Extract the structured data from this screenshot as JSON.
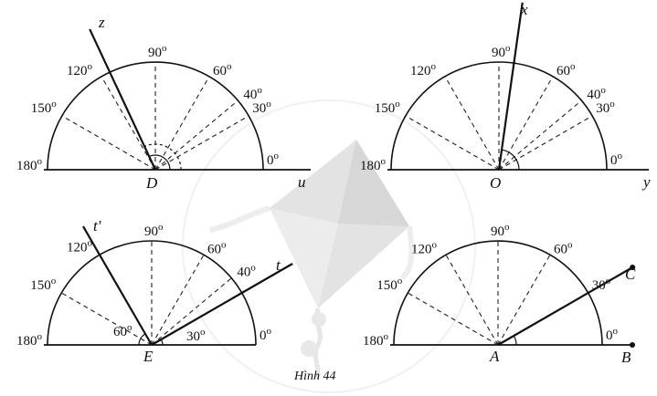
{
  "caption": "Hình 44",
  "tick_labels": [
    "0",
    "30",
    "40",
    "60",
    "90",
    "120",
    "150",
    "180"
  ],
  "degree_symbol": "o",
  "protractors": [
    {
      "id": "D",
      "vertex_label": "D",
      "ray_labels": [
        "z",
        "u"
      ],
      "ray_angles_deg": [
        115,
        0
      ],
      "angle_marks": [],
      "arc_marks_deg": [
        [
          0,
          115
        ]
      ]
    },
    {
      "id": "O",
      "vertex_label": "O",
      "ray_labels": [
        "x",
        "y"
      ],
      "ray_angles_deg": [
        82,
        0
      ],
      "angle_marks": [],
      "arc_marks_deg": [
        [
          0,
          82
        ]
      ]
    },
    {
      "id": "E",
      "vertex_label": "E",
      "ray_labels": [
        "t'",
        "t"
      ],
      "ray_angles_deg": [
        120,
        30
      ],
      "angle_marks": [
        "60",
        "30"
      ],
      "arc_marks_deg": [
        [
          120,
          180
        ],
        [
          0,
          30
        ]
      ]
    },
    {
      "id": "A",
      "vertex_label": "A",
      "ray_labels": [
        "C",
        "B"
      ],
      "ray_angles_deg": [
        30,
        0
      ],
      "angle_marks": [],
      "arc_marks_deg": [
        [
          0,
          30
        ]
      ]
    }
  ],
  "colors": {
    "ink": "#111111",
    "watermark": "#e6e6e6"
  }
}
